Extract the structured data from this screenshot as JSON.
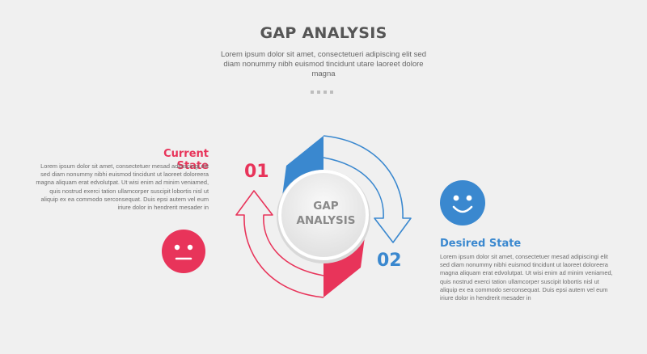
{
  "header": {
    "title": "GAP ANALYSIS",
    "subtitle": "Lorem ipsum dolor sit amet, consectetueri adipiscing elit sed diam nonummy nibh euismod tincidunt utare laoreet dolore magna"
  },
  "center": {
    "label_line1": "GAP",
    "label_line2": "ANALYSIS"
  },
  "steps": [
    {
      "number": "01",
      "heading": "Current State",
      "text": "Lorem ipsum dolor sit amet, consectetuer mesad adipiscingi elit sed diam nonummy nibhi euismod tincidunt ut laoreet doloreera magna aliquam erat edvolutpat. Ut wisi enim ad minim veniamed, quis nostrud exerci tation ullamcorper suscipit lobortis nisl ut aliquip ex ea commodo serconsequat. Duis epsi autem vel eum iriure dolor in hendrerit mesader in",
      "color": "#e8345a",
      "icon": "neutral-face-icon"
    },
    {
      "number": "02",
      "heading": "Desired State",
      "text": "Lorem ipsum dolor sit amet, consectetuer mesad adipiscingi elit sed diam nonummy nibhi euismod tincidunt ut laoreet doloreera magna aliquam erat edvolutpat. Ut wisi enim ad minim veniamed, quis nostrud exerci tation ullamcorper suscipit lobortis nisl ut aliquip ex ea commodo serconsequat. Duis epsi autem vel eum iriure dolor in hendrerit mesader in",
      "color": "#3a88cf",
      "icon": "smiley-face-icon"
    }
  ]
}
